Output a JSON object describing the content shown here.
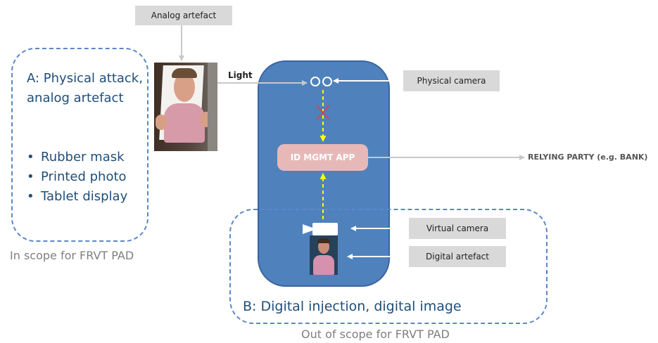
{
  "labels": {
    "analog_artefact": "Analog artefact",
    "light": "Light",
    "physical_camera": "Physical camera",
    "virtual_camera": "Virtual camera",
    "digital_artefact": "Digital artefact",
    "relying_party": "RELYING PARTY (e.g. BANK)",
    "app": "ID MGMT APP"
  },
  "box_a": {
    "title": "A: Physical attack, analog artefact",
    "items": [
      "Rubber mask",
      "Printed photo",
      "Tablet display"
    ],
    "scope": "In scope for FRVT PAD"
  },
  "box_b": {
    "title": "B: Digital injection, digital image",
    "scope": "Out of scope for FRVT PAD"
  },
  "colors": {
    "phone": "#4f81bd",
    "dashed_border": "#5b87c5",
    "app_box": "#e6b9b8",
    "yellow_arrow": "#ffff00",
    "cross": "#c0504d",
    "gray_label_bg": "#d9d9d9"
  }
}
